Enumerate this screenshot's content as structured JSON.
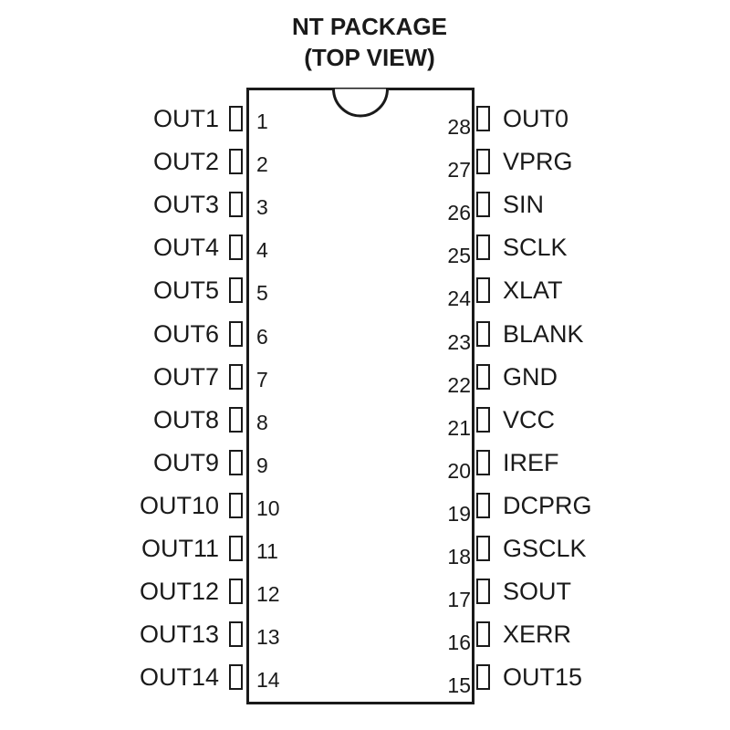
{
  "title_line1": "NT PACKAGE",
  "title_line2": "(TOP VIEW)",
  "left_pins": [
    {
      "num": "1",
      "name": "OUT1"
    },
    {
      "num": "2",
      "name": "OUT2"
    },
    {
      "num": "3",
      "name": "OUT3"
    },
    {
      "num": "4",
      "name": "OUT4"
    },
    {
      "num": "5",
      "name": "OUT5"
    },
    {
      "num": "6",
      "name": "OUT6"
    },
    {
      "num": "7",
      "name": "OUT7"
    },
    {
      "num": "8",
      "name": "OUT8"
    },
    {
      "num": "9",
      "name": "OUT9"
    },
    {
      "num": "10",
      "name": "OUT10"
    },
    {
      "num": "11",
      "name": "OUT11"
    },
    {
      "num": "12",
      "name": "OUT12"
    },
    {
      "num": "13",
      "name": "OUT13"
    },
    {
      "num": "14",
      "name": "OUT14"
    }
  ],
  "right_pins": [
    {
      "num": "28",
      "name": "OUT0"
    },
    {
      "num": "27",
      "name": "VPRG"
    },
    {
      "num": "26",
      "name": "SIN"
    },
    {
      "num": "25",
      "name": "SCLK"
    },
    {
      "num": "24",
      "name": "XLAT"
    },
    {
      "num": "23",
      "name": "BLANK"
    },
    {
      "num": "22",
      "name": "GND"
    },
    {
      "num": "21",
      "name": "VCC"
    },
    {
      "num": "20",
      "name": "IREF"
    },
    {
      "num": "19",
      "name": "DCPRG"
    },
    {
      "num": "18",
      "name": "GSCLK"
    },
    {
      "num": "17",
      "name": "SOUT"
    },
    {
      "num": "16",
      "name": "XERR"
    },
    {
      "num": "15",
      "name": "OUT15"
    }
  ]
}
